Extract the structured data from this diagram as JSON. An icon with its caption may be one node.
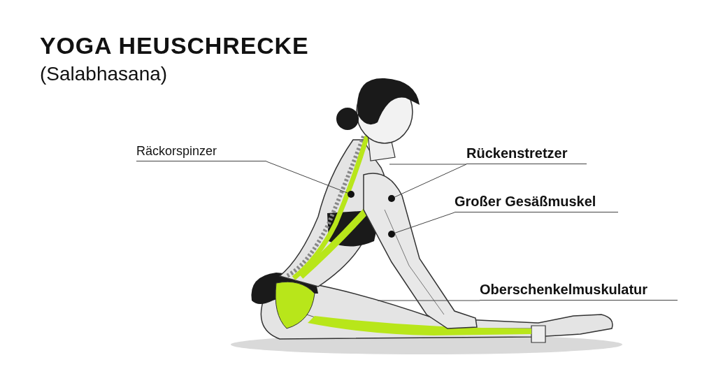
{
  "diagram": {
    "title": "YOGA HEUSCHRECKE",
    "nodes": [
      {
        "text": [
          "Räckorspinzer"
        ]
      },
      {
        "text": [
          "Rückenstretzer"
        ]
      },
      {
        "text": [
          "Großer Gesäßmuskel"
        ]
      },
      {
        "text": [
          "Oberschenkelmuskulatur"
        ]
      },
      {
        "text": [],
        "shape": "circle"
      },
      {
        "text": [],
        "shape": "circle"
      },
      {
        "text": [],
        "shape": "circle"
      }
    ],
    "edges": [
      {
        "from": 0,
        "to": 4,
        "arrow": "none"
      },
      {
        "from": 1,
        "to": null,
        "arrow": "none"
      },
      {
        "from": 1,
        "to": 5,
        "arrow": "none"
      },
      {
        "from": 2,
        "to": 6,
        "arrow": "none"
      },
      {
        "from": 3,
        "to": null,
        "arrow": "none"
      }
    ],
    "labels": [
      "(Salabhasana)"
    ]
  }
}
